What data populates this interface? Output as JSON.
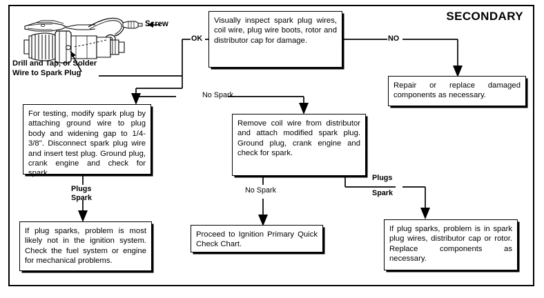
{
  "chart_title": "SECONDARY",
  "art": {
    "screw_label": "Screw",
    "caption": "Drill and Tap, or Solder\nWire to Spark Plug",
    "icon_name": "spark-plug-with-clip-illustration"
  },
  "boxes": {
    "visual_inspect": "Visually inspect spark plug wires, coil wire, plug wire boots, rotor and distributor cap for damage.",
    "repair_replace": "Repair or replace damaged components as necessary.",
    "modify_plug": "For testing, modify spark plug by attaching ground wire to plug body and widening gap to 1/4-3/8\". Disconnect spark plug wire and insert test plug. Ground plug, crank engine and check for spark.",
    "remove_coil_wire": "Remove coil wire from distributor and attach modified spark plug. Ground plug, crank engine and check for spark.",
    "plug_sparks_fuel": "If plug sparks, problem is most likely not in the ignition system. Check the fuel system or engine for mechanical problems.",
    "proceed_primary": "Proceed to Ignition Primary Quick Check Chart.",
    "plug_sparks_wires": "If plug sparks, problem is in spark plug wires, distributor cap or rotor. Replace components as necessary."
  },
  "labels": {
    "ok": "OK",
    "no": "NO",
    "no_spark_top": "No Spark",
    "no_spark_mid": "No Spark",
    "plugs_left": "Plugs",
    "spark_left": "Spark",
    "plugs_right": "Plugs",
    "spark_right": "Spark"
  },
  "colors": {
    "ink": "#000000",
    "paper": "#ffffff"
  }
}
